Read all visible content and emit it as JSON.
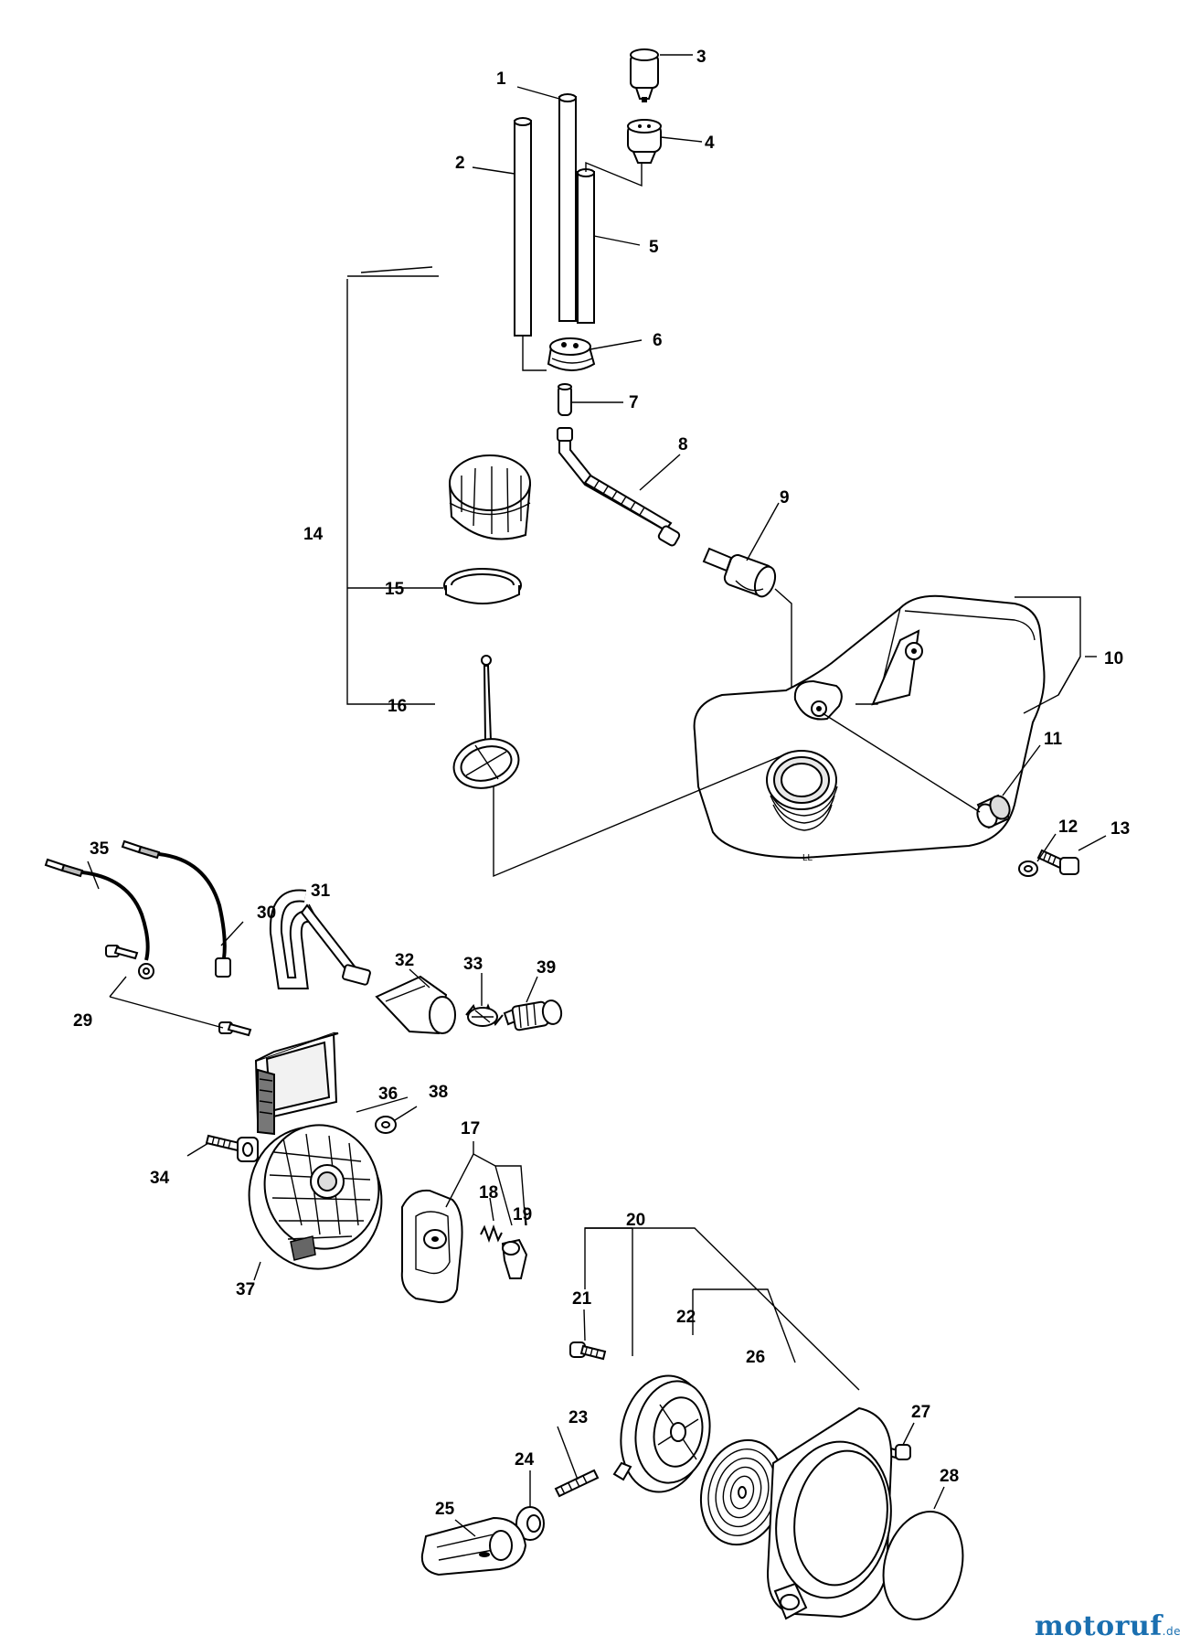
{
  "labels": {
    "p1": "1",
    "p2": "2",
    "p3": "3",
    "p4": "4",
    "p5": "5",
    "p6": "6",
    "p7": "7",
    "p8": "8",
    "p9": "9",
    "p10": "10",
    "p11": "11",
    "p12": "12",
    "p13": "13",
    "p14": "14",
    "p15": "15",
    "p16": "16",
    "p17": "17",
    "p18": "18",
    "p19": "19",
    "p20": "20",
    "p21": "21",
    "p22": "22",
    "p23": "23",
    "p24": "24",
    "p25": "25",
    "p26": "26",
    "p27": "27",
    "p28": "28",
    "p29": "29",
    "p30": "30",
    "p31": "31",
    "p32": "32",
    "p33": "33",
    "p34": "34",
    "p35": "35",
    "p36": "36",
    "p37": "37",
    "p38": "38",
    "p39": "39"
  },
  "watermark": {
    "main": "motoruf",
    "suffix": ".de"
  }
}
